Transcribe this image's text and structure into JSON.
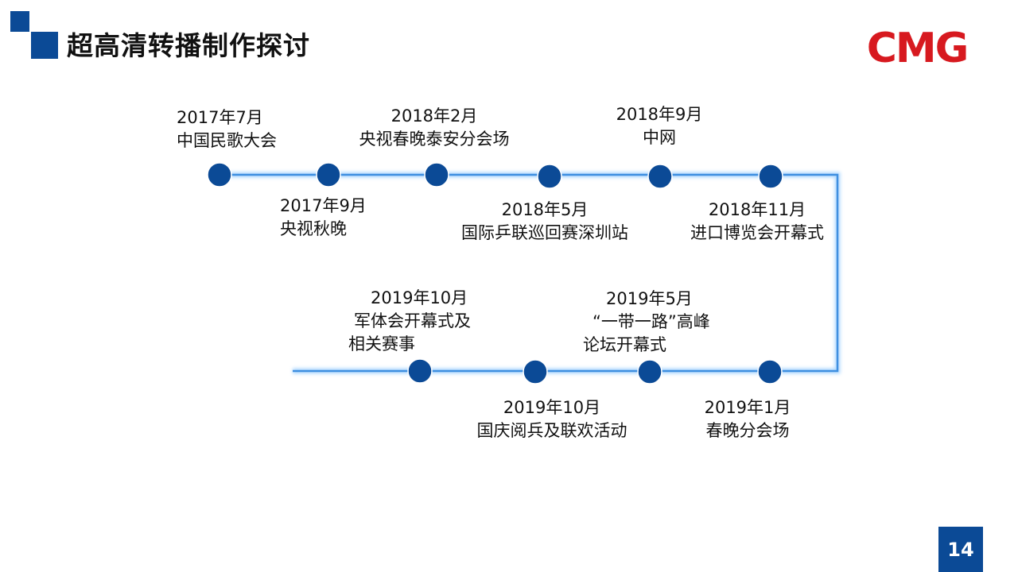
{
  "slide": {
    "title": "超高清转播制作探讨",
    "logo_text": "CMG",
    "page_number": "14"
  },
  "colors": {
    "accent": "#0b4a96",
    "logo_red": "#d7191f",
    "timeline_line": "#6fb3f0",
    "dot": "#0b4a96"
  },
  "events": [
    {
      "date": "2017年7月",
      "lines": [
        "中国民歌大会"
      ]
    },
    {
      "date": "2017年9月",
      "lines": [
        "央视秋晚"
      ]
    },
    {
      "date": "2018年2月",
      "lines": [
        "央视春晚泰安分会场"
      ]
    },
    {
      "date": "2018年5月",
      "lines": [
        "国际乒联巡回赛深圳站"
      ]
    },
    {
      "date": "2018年9月",
      "lines": [
        "中网"
      ]
    },
    {
      "date": "2018年11月",
      "lines": [
        "进口博览会开幕式"
      ]
    },
    {
      "date": "2019年1月",
      "lines": [
        "春晚分会场"
      ]
    },
    {
      "date": "2019年5月",
      "lines": [
        "“一带一路”高峰",
        "论坛开幕式"
      ]
    },
    {
      "date": "2019年10月",
      "lines": [
        "国庆阅兵及联欢活动"
      ]
    },
    {
      "date": "2019年10月",
      "lines": [
        "军体会开幕式及",
        "相关赛事"
      ]
    }
  ]
}
